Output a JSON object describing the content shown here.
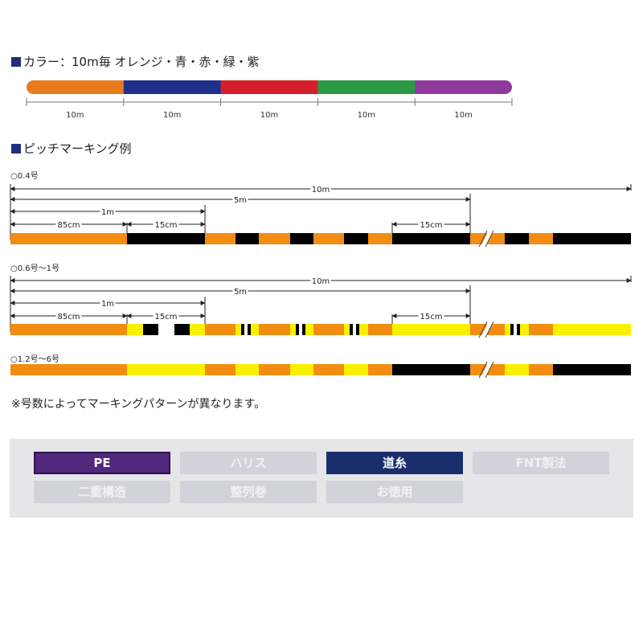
{
  "color_section": {
    "title": "カラー：10m毎 オレンジ・青・赤・緑・紫",
    "bar_colors": [
      "#e87a1c",
      "#1f2f8a",
      "#d41f2a",
      "#2a9a45",
      "#8e3a9c"
    ],
    "segment_labels": [
      "10m",
      "10m",
      "10m",
      "10m",
      "10m"
    ]
  },
  "marking_section": {
    "title": "ピッチマーキング例",
    "diagrams": [
      {
        "label": "○0.4号",
        "dims": {
          "total": "10m",
          "half": "5m",
          "one": "1m",
          "a": "85cm",
          "b": "15cm",
          "c": "15cm"
        }
      },
      {
        "label": "○0.6号～1号",
        "dims": {
          "total": "10m",
          "half": "5m",
          "one": "1m",
          "a": "85cm",
          "b": "15cm",
          "c": "15cm"
        }
      },
      {
        "label": "○1.2号～6号"
      }
    ],
    "colors": {
      "orange": "#f28c12",
      "black": "#000000",
      "yellow": "#f8f000",
      "white": "#ffffff"
    }
  },
  "note": "※号数によってマーキングパターンが異なります。",
  "tags": [
    {
      "label": "PE",
      "active": true
    },
    {
      "label": "ハリス",
      "active": false
    },
    {
      "label": "道糸",
      "active": true
    },
    {
      "label": "FNT製法",
      "active": false
    },
    {
      "label": "二重構造",
      "active": false
    },
    {
      "label": "整列巻",
      "active": false
    },
    {
      "label": "お徳用",
      "active": false
    }
  ]
}
